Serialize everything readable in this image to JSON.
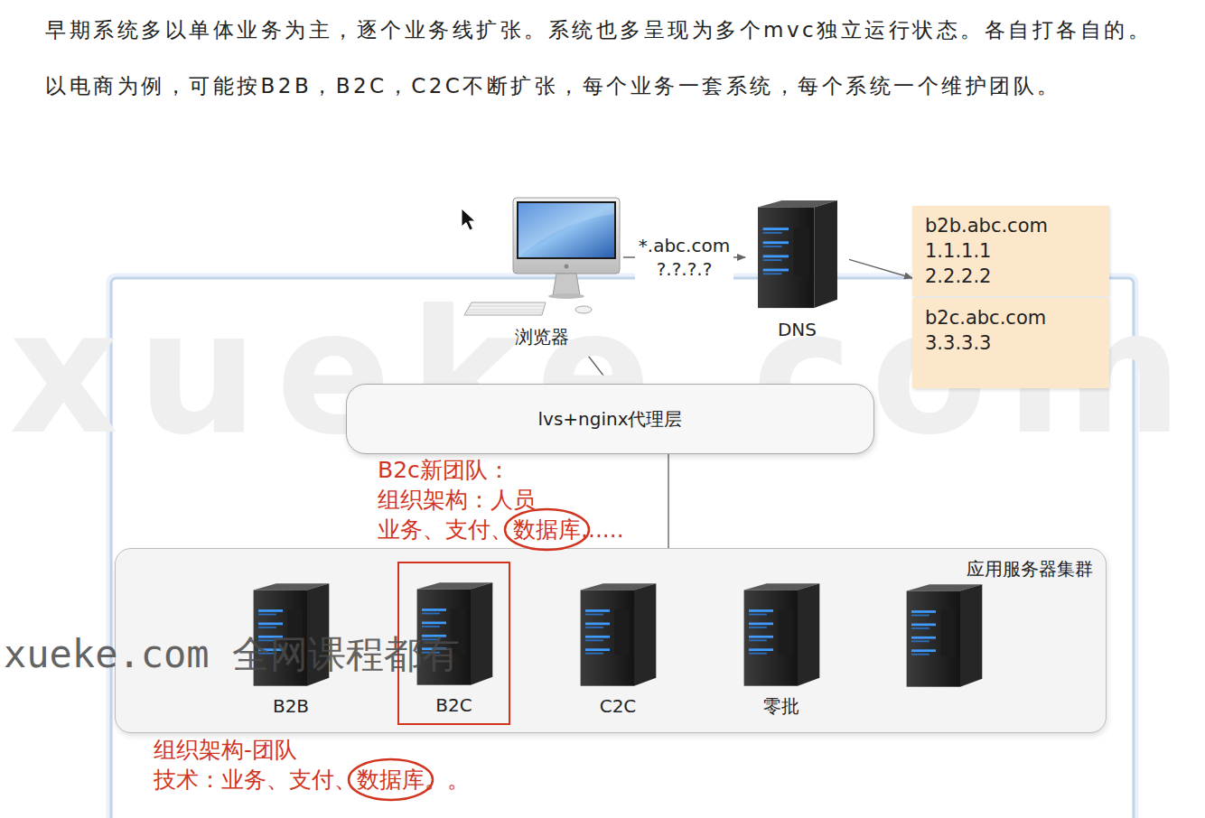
{
  "diagram": {
    "nodes": [
      {
        "text": [
          "浏览器"
        ]
      },
      {
        "text": [
          "DNS"
        ]
      },
      {
        "text": [
          "b2b.abc.com 1.1.1.1 2.2.2.2"
        ]
      },
      {
        "text": [
          "b2c.abc.com 3.3.3.3"
        ]
      },
      {
        "text": [
          "lvs+nginx代理层"
        ]
      },
      {
        "text": [
          "应用服务器集群"
        ]
      },
      {
        "text": [
          "B2B"
        ],
        "in": 5
      },
      {
        "text": [
          "B2C"
        ],
        "in": 5
      },
      {
        "text": [
          "C2C"
        ],
        "in": 5
      },
      {
        "text": [
          "零批"
        ],
        "in": 5
      }
    ],
    "edges": [
      {
        "from": 0,
        "to": 1,
        "label": "*.abc.com ?.?.?.?",
        "arrow": "to"
      },
      {
        "from": 1,
        "to": 2,
        "arrow": "to"
      },
      {
        "from": 0,
        "to": 4,
        "arrow": "to"
      },
      {
        "from": 4,
        "to": 5,
        "arrow": "none"
      }
    ],
    "labels": [
      "早期系统多以单体业务为主，逐个业务线扩张。系统也多呈现为多个mvc独立运行状态。各自打各自的。",
      "以电商为例，可能按B2B，B2C，C2C不断扩张，每个业务一套系统，每个系统一个维护团队。",
      "B2c新团队：",
      "组织架构：人员",
      "业务、支付、数据库......",
      "组织架构-团队",
      "技术：业务、支付、数据库。。",
      "xueke.com 全网课程都有",
      "xueke.com"
    ]
  }
}
